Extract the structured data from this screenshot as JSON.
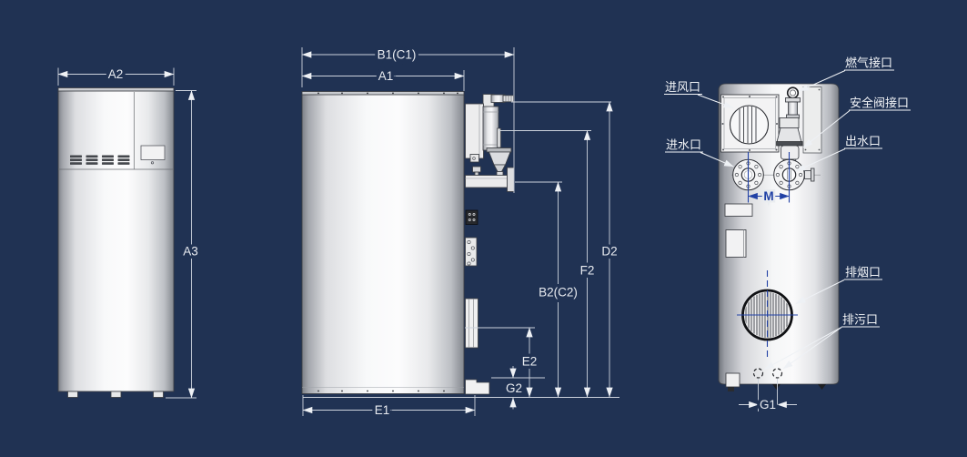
{
  "colors": {
    "background": "#203253",
    "dimension_line": "#ccd2dc",
    "text": "#e9ecf1",
    "accent_blue": "#2141a5"
  },
  "front_view": {
    "dims": {
      "width": "A2",
      "height": "A3"
    }
  },
  "side_view": {
    "dims": {
      "overall_depth": "B1(C1)",
      "body_depth": "A1",
      "top_connection_height": "D2",
      "safety_valve_height": "F2",
      "outlet_height": "B2(C2)",
      "lower_connection_height": "E2",
      "base_clearance": "G2",
      "base_depth": "E1"
    }
  },
  "rear_view": {
    "dims": {
      "port_spacing": "M",
      "drain_spacing": "G1"
    },
    "ports": {
      "air_inlet": "进风口",
      "gas_connection": "燃气接口",
      "safety_valve_connection": "安全阀接口",
      "water_inlet": "进水口",
      "water_outlet": "出水口",
      "flue_outlet": "排烟口",
      "drain_outlet": "排污口"
    }
  }
}
